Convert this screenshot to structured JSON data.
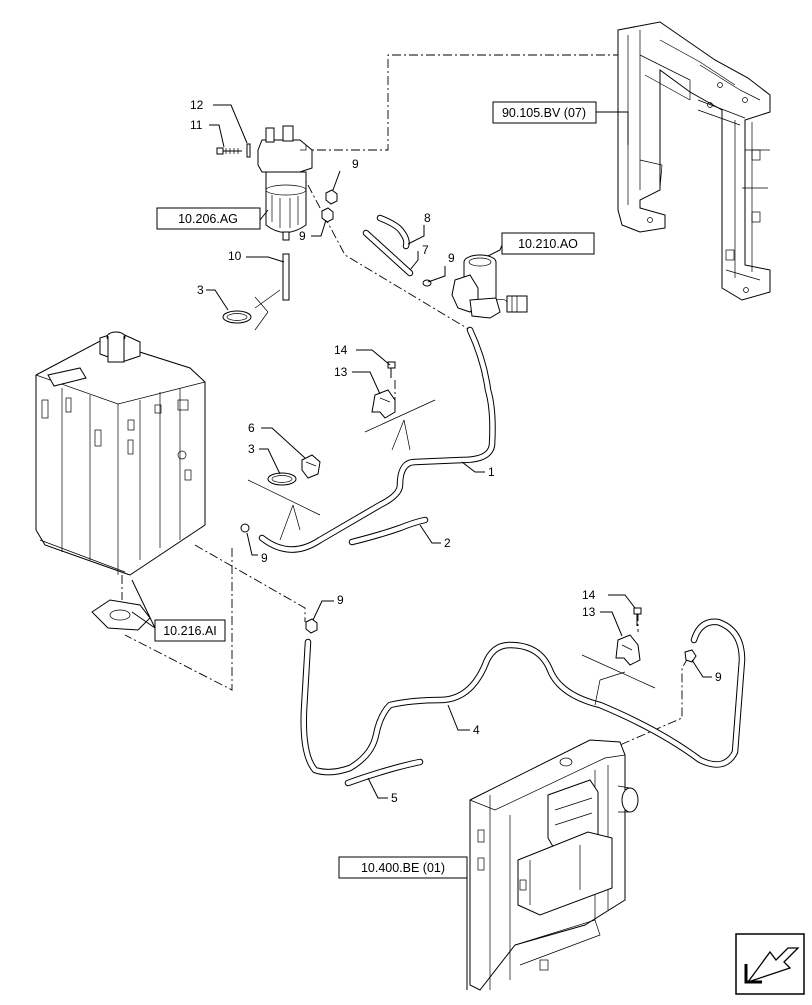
{
  "callouts": {
    "c1": "1",
    "c2": "2",
    "c3a": "3",
    "c3b": "3",
    "c4": "4",
    "c5": "5",
    "c6": "6",
    "c7": "7",
    "c8": "8",
    "c9a": "9",
    "c9b": "9",
    "c9c": "9",
    "c9d": "9",
    "c9e": "9",
    "c9f": "9",
    "c10": "10",
    "c11": "11",
    "c12": "12",
    "c13a": "13",
    "c13b": "13",
    "c14a": "14",
    "c14b": "14"
  },
  "references": {
    "fuel_filter": "10.206.AG",
    "fuel_pump": "10.210.AO",
    "fuel_tank": "10.216.AI",
    "frame": "90.105.BV (07)",
    "cooler": "10.400.BE (01)"
  },
  "icons": {
    "navigation": "arrow-previous-icon"
  }
}
